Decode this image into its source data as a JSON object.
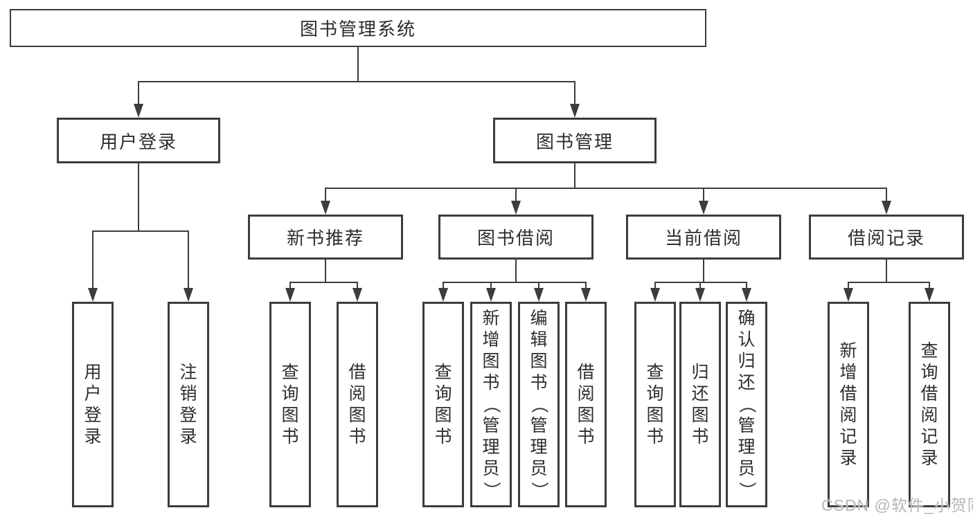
{
  "diagram": {
    "root": {
      "label": "图书管理系统"
    },
    "level2": [
      {
        "label": "用户登录"
      },
      {
        "label": "图书管理"
      }
    ],
    "level3": [
      {
        "label": "新书推荐",
        "parent": "图书管理"
      },
      {
        "label": "图书借阅",
        "parent": "图书管理"
      },
      {
        "label": "当前借阅",
        "parent": "图书管理"
      },
      {
        "label": "借阅记录",
        "parent": "图书管理"
      }
    ],
    "leaves": [
      {
        "label": "用户登录",
        "parent": "用户登录"
      },
      {
        "label": "注销登录",
        "parent": "用户登录"
      },
      {
        "label": "查询图书",
        "parent": "新书推荐"
      },
      {
        "label": "借阅图书",
        "parent": "新书推荐"
      },
      {
        "label": "查询图书",
        "parent": "图书借阅"
      },
      {
        "label": "新增图书（管理员）",
        "parent": "图书借阅"
      },
      {
        "label": "编辑图书（管理员）",
        "parent": "图书借阅"
      },
      {
        "label": "借阅图书",
        "parent": "图书借阅"
      },
      {
        "label": "查询图书",
        "parent": "当前借阅"
      },
      {
        "label": "归还图书",
        "parent": "当前借阅"
      },
      {
        "label": "确认归还（管理员）",
        "parent": "当前借阅"
      },
      {
        "label": "新增借阅记录",
        "parent": "借阅记录"
      },
      {
        "label": "查询借阅记录",
        "parent": "借阅记录"
      }
    ],
    "colors": {
      "stroke": "#3c3c3c",
      "text": "#2d2d2d",
      "background": "#ffffff"
    }
  },
  "watermark": {
    "text": "CSDN @软件_小贺同学",
    "color": "#b5b5b5"
  }
}
